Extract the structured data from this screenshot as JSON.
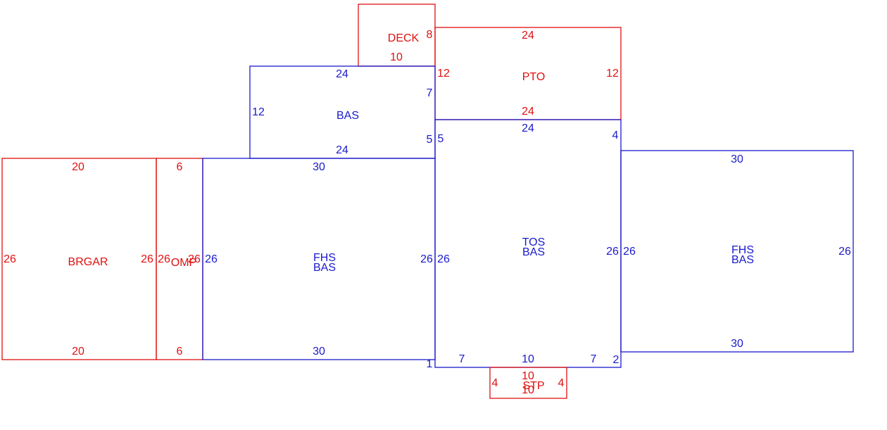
{
  "colors": {
    "red": "#e01010",
    "blue": "#1a1acc"
  },
  "areas": [
    {
      "id": "brgar",
      "label": "BRGAR",
      "color": "red",
      "dims": {
        "top": "20",
        "bottom": "20",
        "left": "26",
        "right": "26"
      }
    },
    {
      "id": "omp",
      "label": "OMP",
      "color": "red",
      "dims": {
        "top": "6",
        "bottom": "6",
        "left": "26",
        "right": "26"
      }
    },
    {
      "id": "fhs-bas-left",
      "label": "FHS",
      "label2": "BAS",
      "color": "blue",
      "dims": {
        "top": "30",
        "bottom": "30",
        "left": "26",
        "right": "26"
      }
    },
    {
      "id": "bas-upper",
      "label": "BAS",
      "color": "blue",
      "dims": {
        "top": "24",
        "bottom": "24",
        "left": "12",
        "right_upper": "7",
        "right_lower": "5"
      }
    },
    {
      "id": "deck",
      "label": "DECK",
      "color": "red",
      "dims": {
        "bottom": "10",
        "right": "8"
      }
    },
    {
      "id": "pto",
      "label": "PTO",
      "color": "red",
      "dims": {
        "top": "24",
        "bottom": "24",
        "left": "12",
        "right": "12"
      }
    },
    {
      "id": "tos-bas",
      "label": "TOS",
      "label2": "BAS",
      "color": "blue",
      "dims": {
        "top": "24",
        "left_top": "5",
        "right_top": "4",
        "left": "26",
        "right": "26",
        "bottom_left": "7",
        "bottom_mid": "10",
        "bottom_right": "7",
        "corner_left": "1",
        "corner_right": "2"
      }
    },
    {
      "id": "fhs-bas-right",
      "label": "FHS",
      "label2": "BAS",
      "color": "blue",
      "dims": {
        "top": "30",
        "bottom": "30",
        "left": "26",
        "right": "26"
      }
    },
    {
      "id": "stp",
      "label": "STP",
      "color": "red",
      "dims": {
        "top": "10",
        "bottom": "10",
        "left": "4",
        "right": "4"
      }
    }
  ]
}
